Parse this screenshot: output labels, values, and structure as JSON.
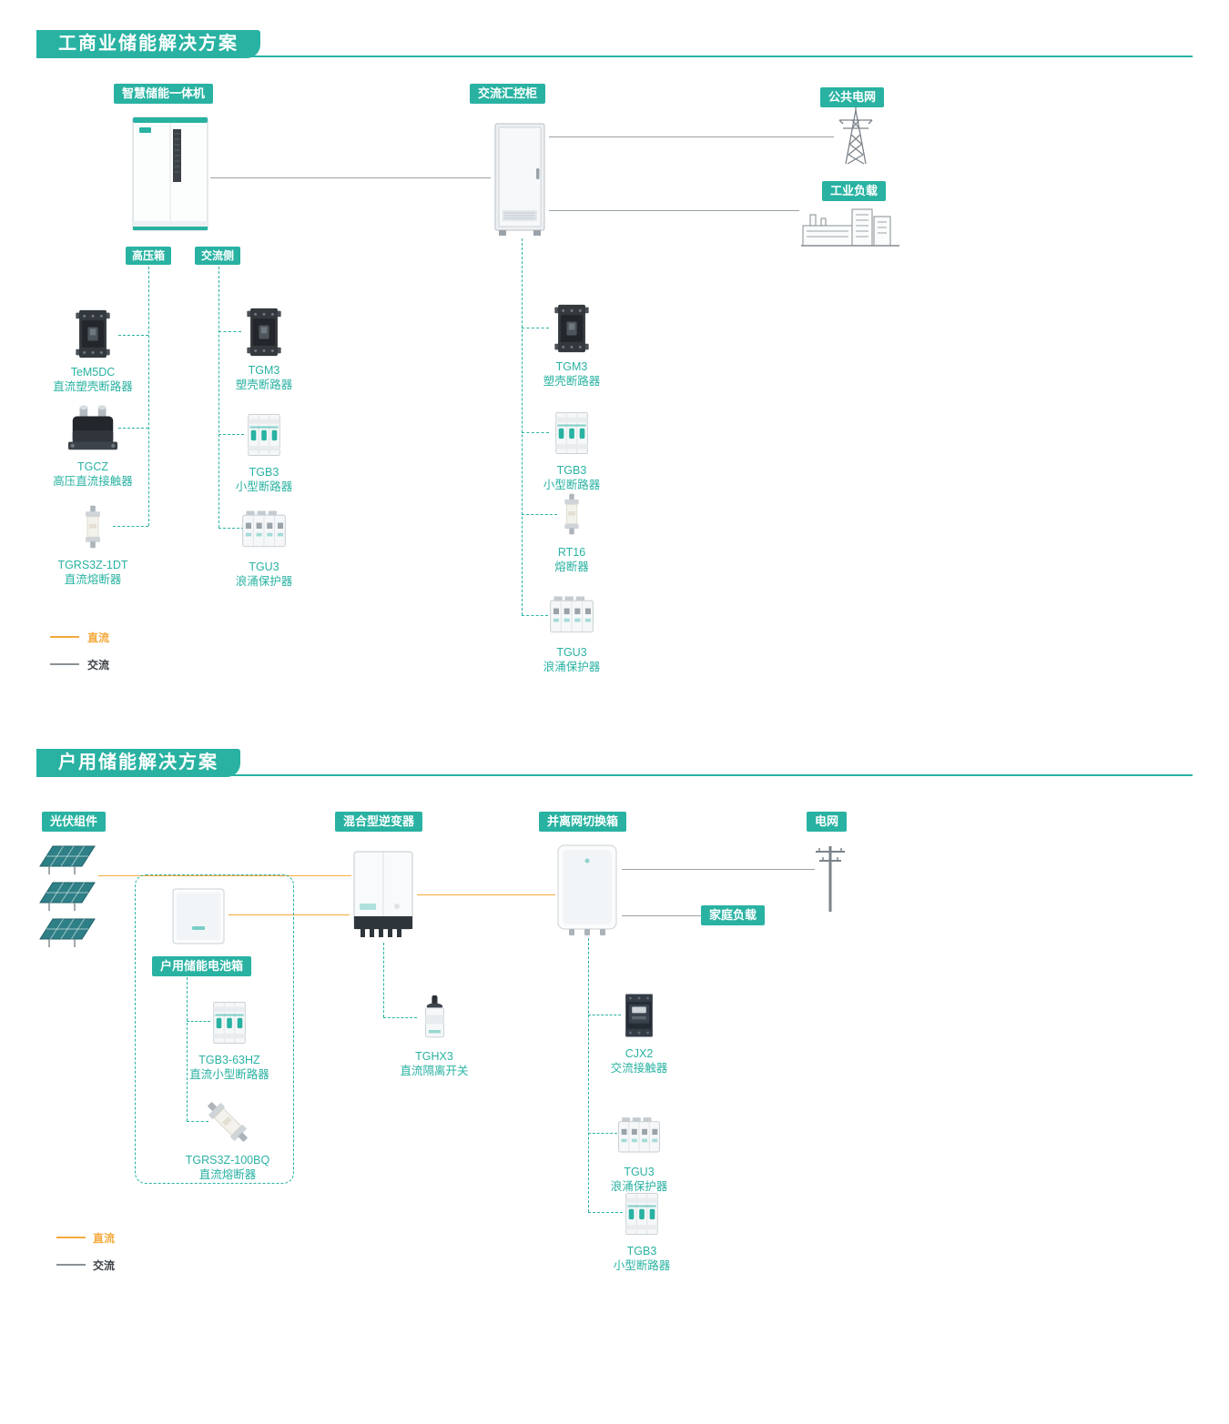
{
  "colors": {
    "teal": "#29B2A2",
    "orange": "#F5A93C",
    "line_gray": "#9AA1A6",
    "text_dark": "#3C4146"
  },
  "s1": {
    "title": "工商业储能解决方案",
    "badges": {
      "storage": "智慧储能一体机",
      "ac_cabinet": "交流汇控柜",
      "public_grid": "公共电网",
      "industrial_load": "工业负载",
      "hv_box": "高压箱",
      "ac_side": "交流侧"
    },
    "hv_products": [
      {
        "model": "TeM5DC",
        "desc": "直流塑壳断路器"
      },
      {
        "model": "TGCZ",
        "desc": "高压直流接触器"
      },
      {
        "model": "TGRS3Z-1DT",
        "desc": "直流熔断器"
      }
    ],
    "acside_products": [
      {
        "model": "TGM3",
        "desc": "塑壳断路器"
      },
      {
        "model": "TGB3",
        "desc": "小型断路器"
      },
      {
        "model": "TGU3",
        "desc": "浪涌保护器"
      }
    ],
    "cabinet_products": [
      {
        "model": "TGM3",
        "desc": "塑壳断路器"
      },
      {
        "model": "TGB3",
        "desc": "小型断路器"
      },
      {
        "model": "RT16",
        "desc": "熔断器"
      },
      {
        "model": "TGU3",
        "desc": "浪涌保护器"
      }
    ],
    "legend": {
      "dc": "直流",
      "ac": "交流"
    }
  },
  "s2": {
    "title": "户用储能解决方案",
    "badges": {
      "pv": "光伏组件",
      "inverter": "混合型逆变器",
      "switch_box": "并离网切换箱",
      "grid": "电网",
      "home_load": "家庭负载",
      "battery_box": "户用储能电池箱"
    },
    "battery_products": [
      {
        "model": "TGB3-63HZ",
        "desc": "直流小型断路器"
      },
      {
        "model": "TGRS3Z-100BQ",
        "desc": "直流熔断器"
      }
    ],
    "inverter_products": [
      {
        "model": "TGHX3",
        "desc": "直流隔离开关"
      }
    ],
    "switch_products": [
      {
        "model": "CJX2",
        "desc": "交流接触器"
      },
      {
        "model": "TGU3",
        "desc": "浪涌保护器"
      },
      {
        "model": "TGB3",
        "desc": "小型断路器"
      }
    ],
    "legend": {
      "dc": "直流",
      "ac": "交流"
    }
  }
}
